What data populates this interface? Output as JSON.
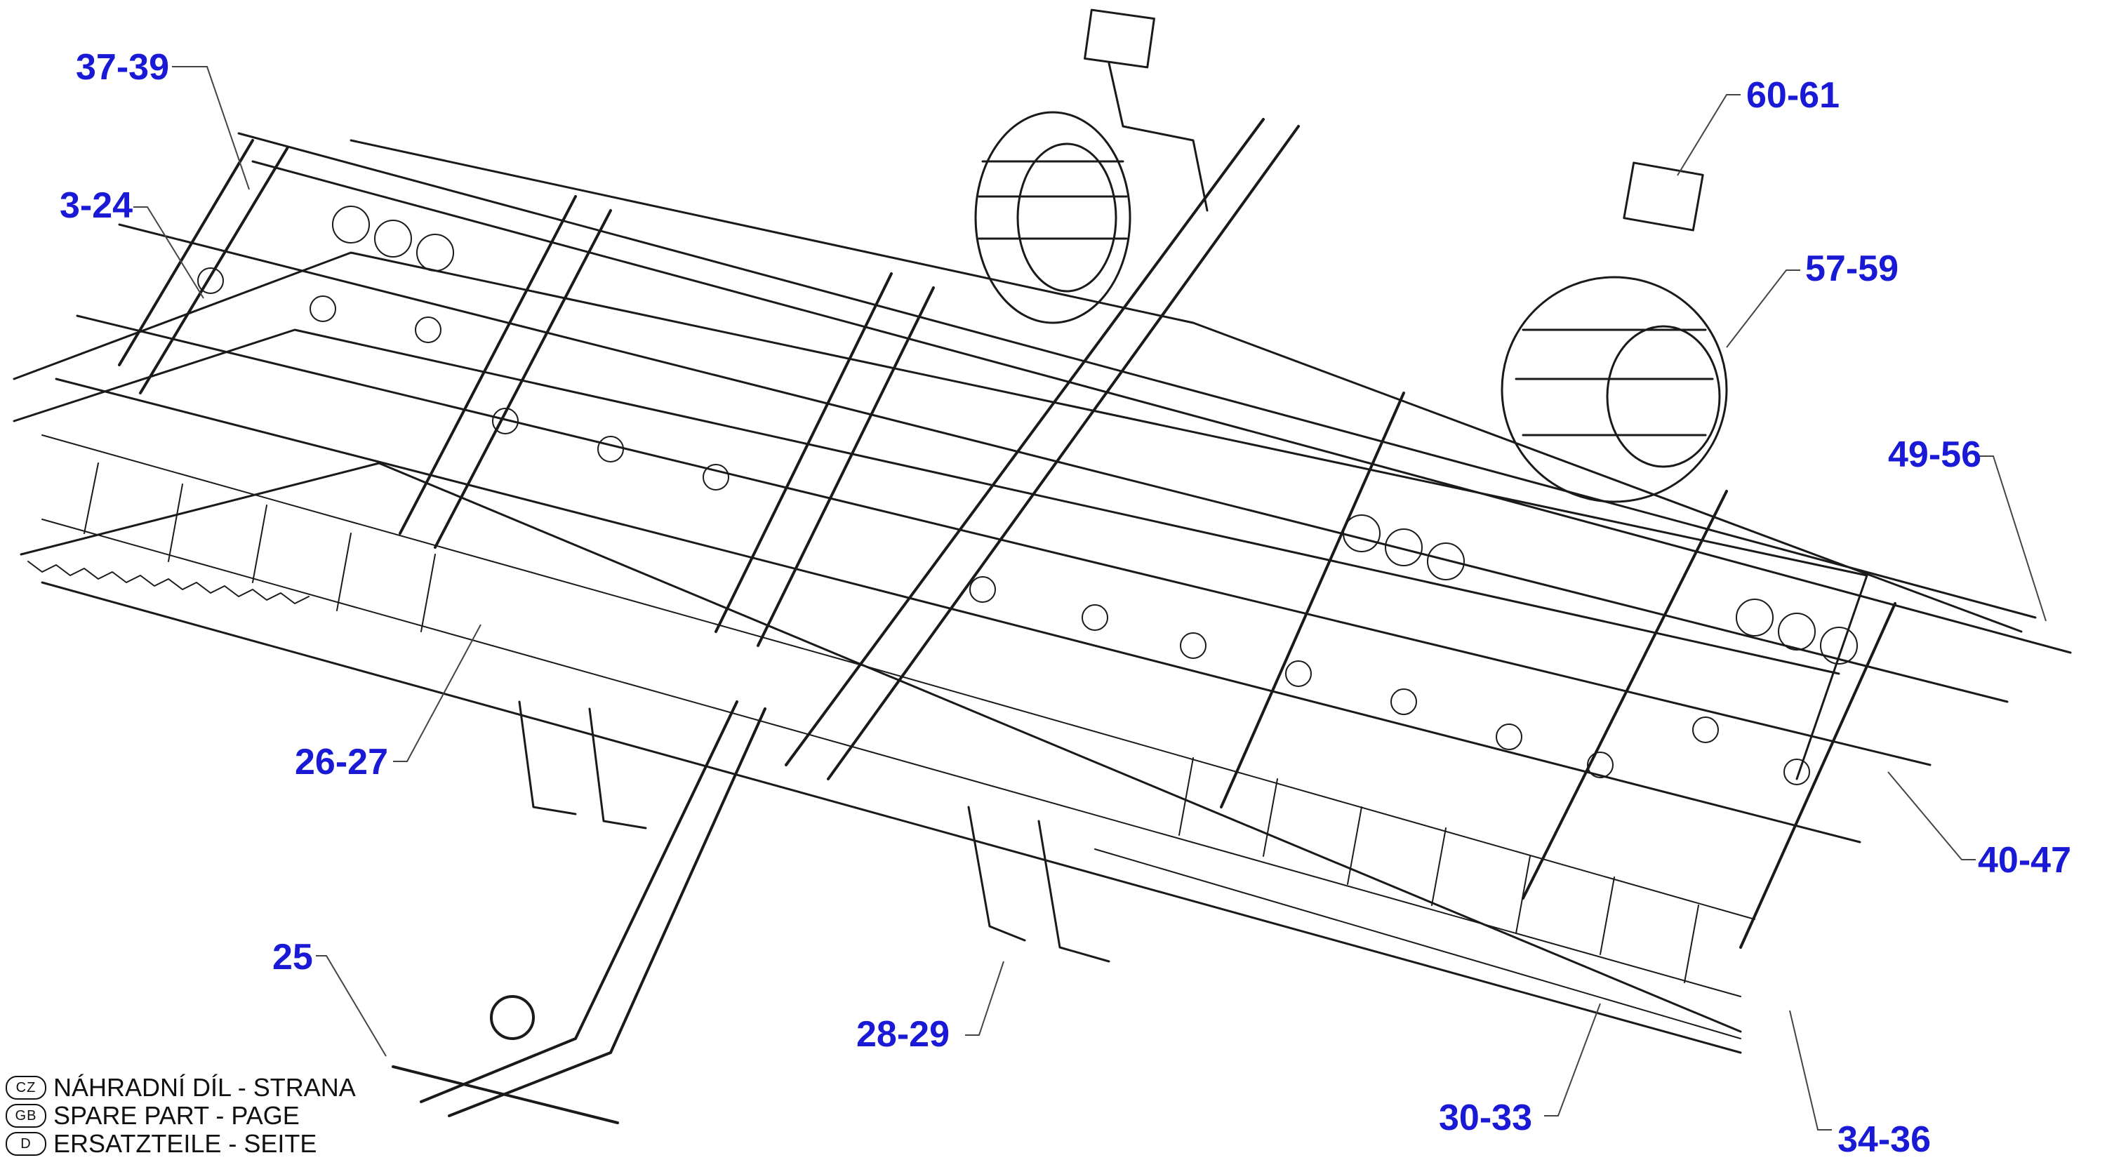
{
  "callouts": [
    {
      "id": "c1",
      "label": "37-39"
    },
    {
      "id": "c2",
      "label": "3-24"
    },
    {
      "id": "c3",
      "label": "60-61"
    },
    {
      "id": "c4",
      "label": "57-59"
    },
    {
      "id": "c5",
      "label": "49-56"
    },
    {
      "id": "c6",
      "label": "26-27"
    },
    {
      "id": "c7",
      "label": "40-47"
    },
    {
      "id": "c8",
      "label": "25"
    },
    {
      "id": "c9",
      "label": "28-29"
    },
    {
      "id": "c10",
      "label": "30-33"
    },
    {
      "id": "c11",
      "label": "34-36"
    }
  ],
  "legend": {
    "cz_code": "CZ",
    "cz_text": "NÁHRADNÍ DÍL - STRANA",
    "gb_code": "GB",
    "gb_text": "SPARE PART - PAGE",
    "d_code": "D",
    "d_text": "ERSATZTEILE - SEITE"
  },
  "colors": {
    "callout": "#1a1ad6",
    "linework": "#1a1a1a"
  }
}
